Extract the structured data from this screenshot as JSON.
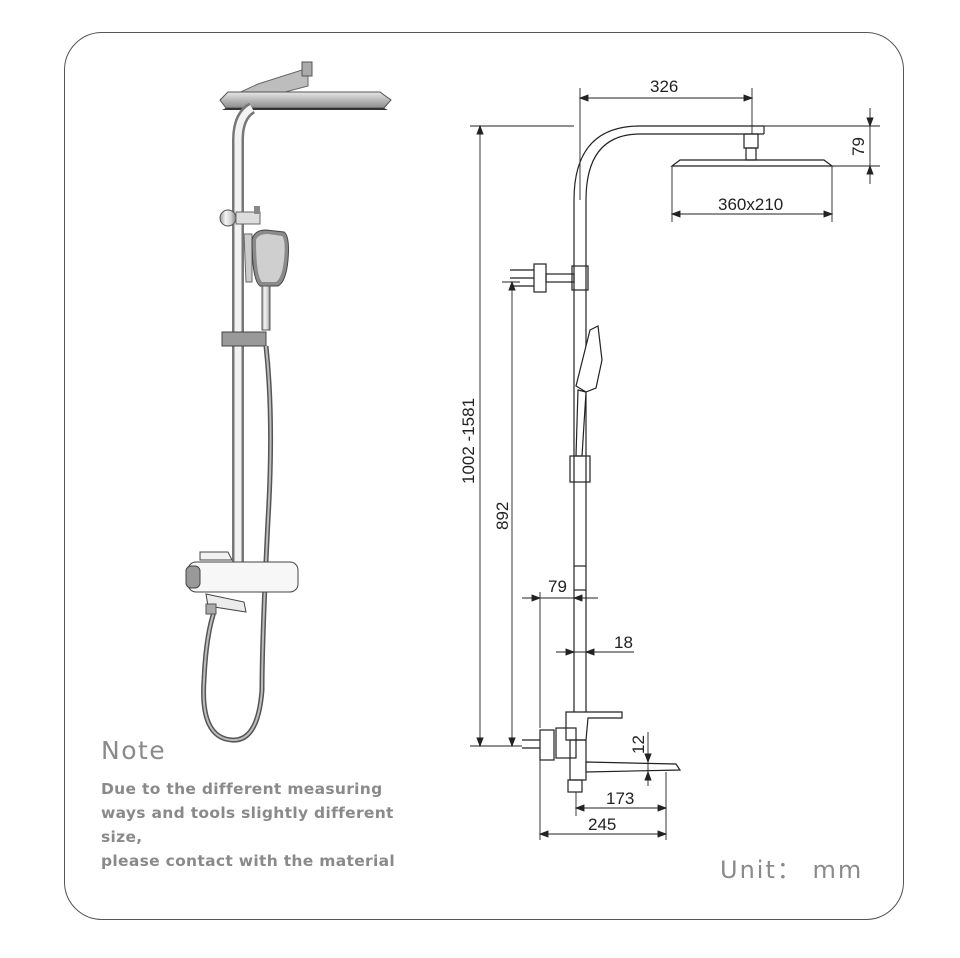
{
  "note": {
    "title": "Note",
    "lines": [
      "Due to the  different  measuring",
      "ways and tools slightly different",
      "size,",
      "please contact with the material"
    ]
  },
  "unit_label": "Unit： mm",
  "dimensions": {
    "arm_reach": "326",
    "head_thickness": "79",
    "head_size": "360x210",
    "total_height": "1002 -1581",
    "holder_height": "892",
    "mixer_offset": "79",
    "rail_width": "18",
    "spout_drop": "12",
    "spout_reach": "173",
    "total_depth": "245"
  },
  "colors": {
    "line": "#222222",
    "text_gray": "#8a8a8a",
    "chrome": "#c8c8c8",
    "chrome_dark": "#5a5a5a"
  }
}
